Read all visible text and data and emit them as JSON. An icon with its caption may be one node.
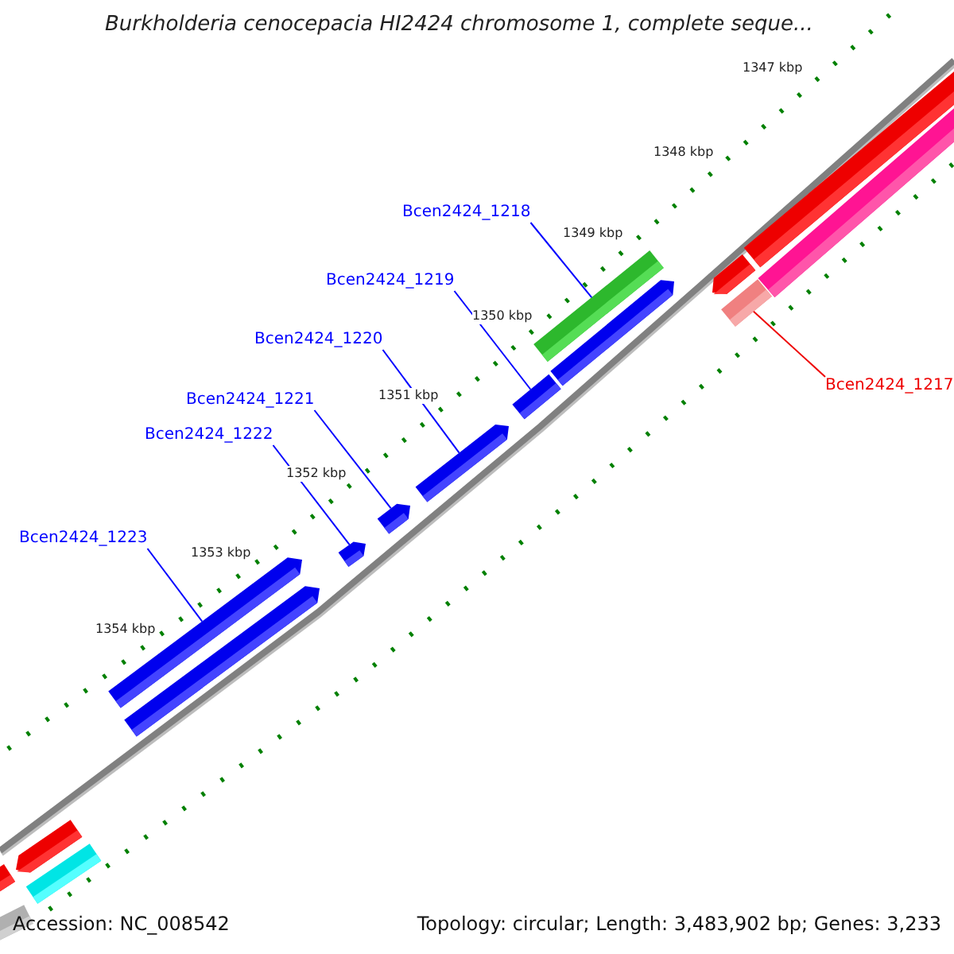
{
  "diagram": {
    "title": "Burkholderia cenocepacia HI2424 chromosome 1, complete seque...",
    "nodes": [
      {
        "text": [
          "Bcen2424_1218"
        ]
      },
      {
        "text": [
          "Bcen2424_1219"
        ]
      },
      {
        "text": [
          "Bcen2424_1220"
        ]
      },
      {
        "text": [
          "Bcen2424_1217"
        ]
      },
      {
        "text": [
          "Bcen2424_1221"
        ]
      },
      {
        "text": [
          "Bcen2424_1222"
        ]
      },
      {
        "text": [
          "Bcen2424_1223"
        ]
      },
      {
        "text": [],
        "shape": "bar"
      },
      {
        "text": [],
        "shape": "bar"
      },
      {
        "text": [],
        "shape": "bar"
      },
      {
        "text": [],
        "shape": "bar"
      },
      {
        "text": [],
        "shape": "bar"
      },
      {
        "text": [],
        "shape": "bar"
      },
      {
        "text": [],
        "shape": "bar"
      }
    ],
    "edges": [
      {
        "from": 0,
        "to": 7,
        "arrow": "none"
      },
      {
        "from": 1,
        "to": 9,
        "arrow": "none"
      },
      {
        "from": 2,
        "to": 10,
        "arrow": "none"
      },
      {
        "from": 3,
        "to": 8,
        "arrow": "none",
        "color": "#ee0000"
      },
      {
        "from": 4,
        "to": 11,
        "arrow": "none"
      },
      {
        "from": 5,
        "to": 12,
        "arrow": "none"
      },
      {
        "from": 6,
        "to": 13,
        "arrow": "none"
      }
    ],
    "labels": [
      "1347 kbp",
      "1348 kbp",
      "1349 kbp",
      "1350 kbp",
      "1351 kbp",
      "1352 kbp",
      "1353 kbp",
      "1354 kbp",
      "Accession: NC_008542",
      "Topology: circular; Length: 3,483,902 bp; Genes: 3,233"
    ]
  }
}
